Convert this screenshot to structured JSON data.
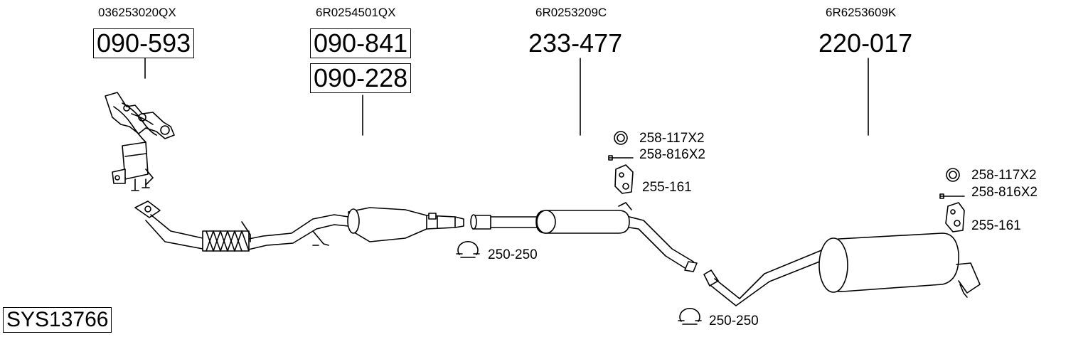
{
  "diagram": {
    "system_code": "SYS13766",
    "columns": [
      {
        "oem": "036253020QX",
        "parts": [
          "090-593"
        ],
        "boxed": true
      },
      {
        "oem": "6R0254501QX",
        "parts": [
          "090-841",
          "090-228"
        ],
        "boxed": true
      },
      {
        "oem": "6R0253209C",
        "parts": [
          "233-477"
        ],
        "boxed": false
      },
      {
        "oem": "6R6253609K",
        "parts": [
          "220-017"
        ],
        "boxed": false
      }
    ],
    "accessories": {
      "middle_ring": "258-117X2",
      "middle_bolt": "258-816X2",
      "middle_hanger": "255-161",
      "rear_ring": "258-117X2",
      "rear_bolt": "258-816X2",
      "rear_hanger": "255-161",
      "clamp_front": "250-250",
      "clamp_rear": "250-250"
    },
    "icons": [
      "ring-icon",
      "bolt-icon",
      "hanger-icon",
      "clamp-icon"
    ]
  }
}
